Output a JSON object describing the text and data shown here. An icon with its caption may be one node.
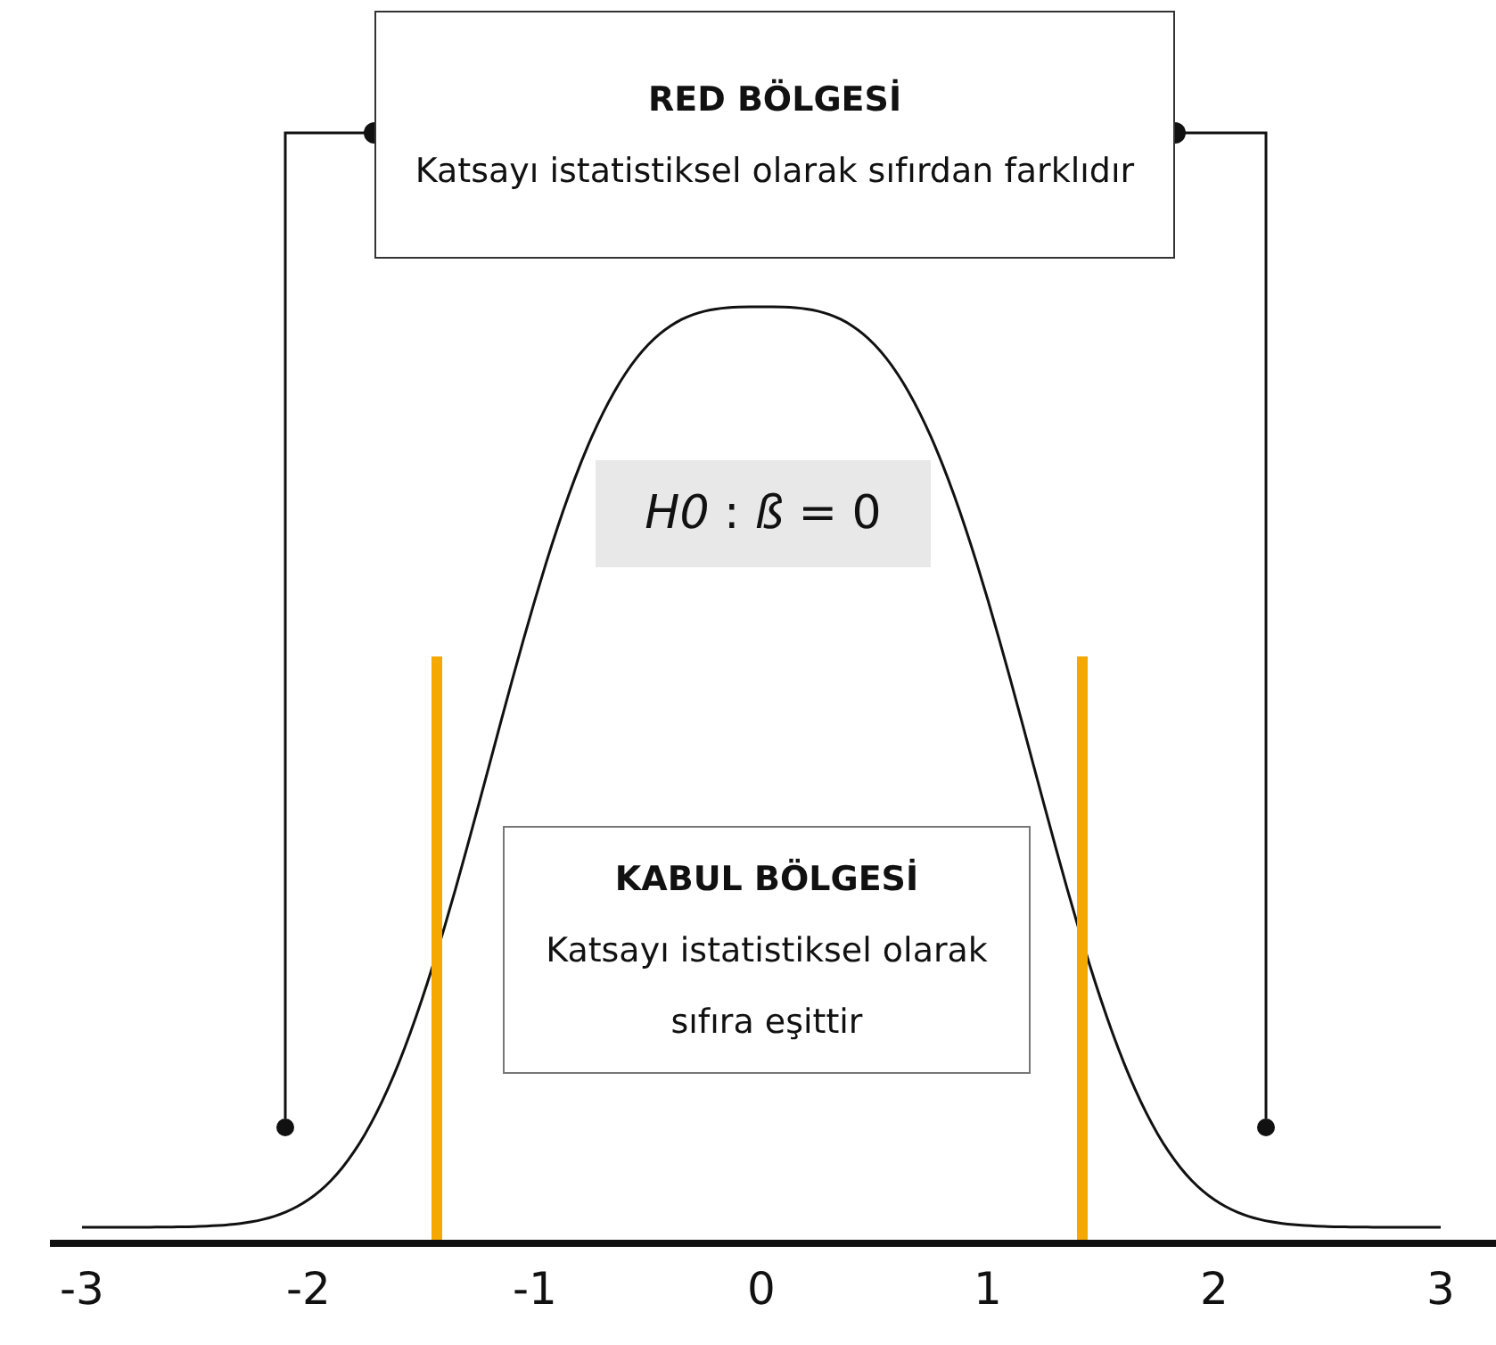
{
  "diagram": {
    "nodes": [
      {
        "text": [
          "RED BÖLGESİ",
          "Katsayı istatistiksel olarak sıfırdan farklıdır"
        ]
      },
      {
        "text": [
          "*H0* : *ß* = 0"
        ]
      },
      {
        "text": [
          "KABUL BÖLGESİ",
          "Katsayı istatistiksel olarak sıfıra eşittir"
        ]
      },
      {
        "text": [],
        "shape": "circle"
      },
      {
        "text": [],
        "shape": "circle"
      }
    ],
    "edges": [
      {
        "from": 0,
        "to": 3,
        "arrow": "other"
      },
      {
        "from": 0,
        "to": 4,
        "arrow": "other"
      }
    ],
    "labels": [
      "-3",
      "-2",
      "-1",
      "0",
      "1",
      "2",
      "3"
    ]
  }
}
